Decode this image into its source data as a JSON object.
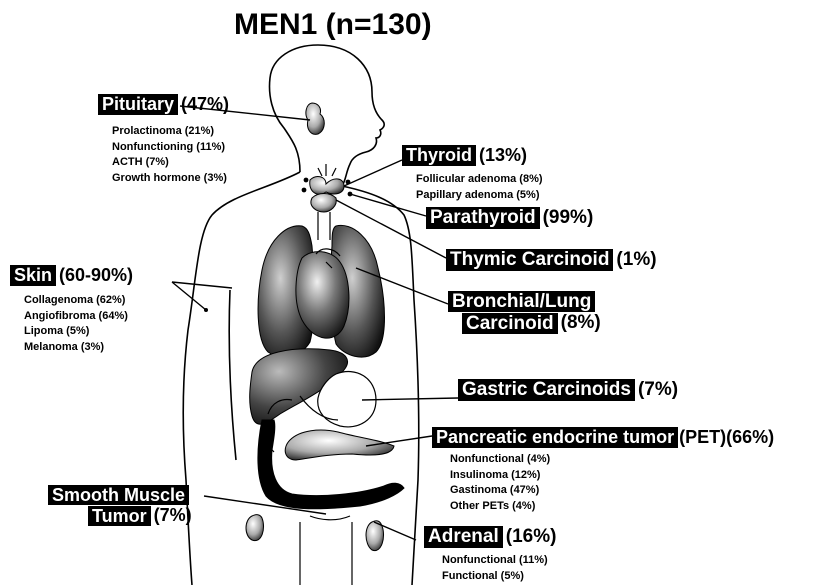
{
  "title": "MEN1 (n=130)",
  "pituitary": {
    "name": "Pituitary",
    "pct": "(47%)",
    "subtypes": [
      "Prolactinoma (21%)",
      "Nonfunctioning (11%)",
      "ACTH (7%)",
      "Growth hormone (3%)"
    ]
  },
  "thyroid": {
    "name": "Thyroid",
    "pct": "(13%)",
    "subtypes": [
      "Follicular adenoma (8%)",
      "Papillary adenoma (5%)"
    ]
  },
  "parathyroid": {
    "name": "Parathyroid",
    "pct": "(99%)"
  },
  "thymic": {
    "name": "Thymic Carcinoid",
    "pct": "(1%)"
  },
  "bronchial": {
    "line1": "Bronchial/Lung",
    "line2": "Carcinoid",
    "pct": "(8%)"
  },
  "skin": {
    "name": "Skin",
    "pct": "(60-90%)",
    "subtypes": [
      "Collagenoma (62%)",
      "Angiofibroma (64%)",
      "Lipoma (5%)",
      "Melanoma (3%)"
    ]
  },
  "gastric": {
    "name": "Gastric Carcinoids",
    "pct": "(7%)"
  },
  "pancreatic": {
    "name": "Pancreatic endocrine tumor",
    "pct": "(PET)(66%)",
    "subtypes": [
      "Nonfunctional (4%)",
      "Insulinoma (12%)",
      "Gastinoma (47%)",
      "Other PETs (4%)"
    ]
  },
  "smooth": {
    "line1": "Smooth Muscle",
    "line2": "Tumor",
    "pct": "(7%)"
  },
  "adrenal": {
    "name": "Adrenal",
    "pct": "(16%)",
    "subtypes": [
      "Nonfunctional (11%)",
      "Functional (5%)"
    ]
  }
}
